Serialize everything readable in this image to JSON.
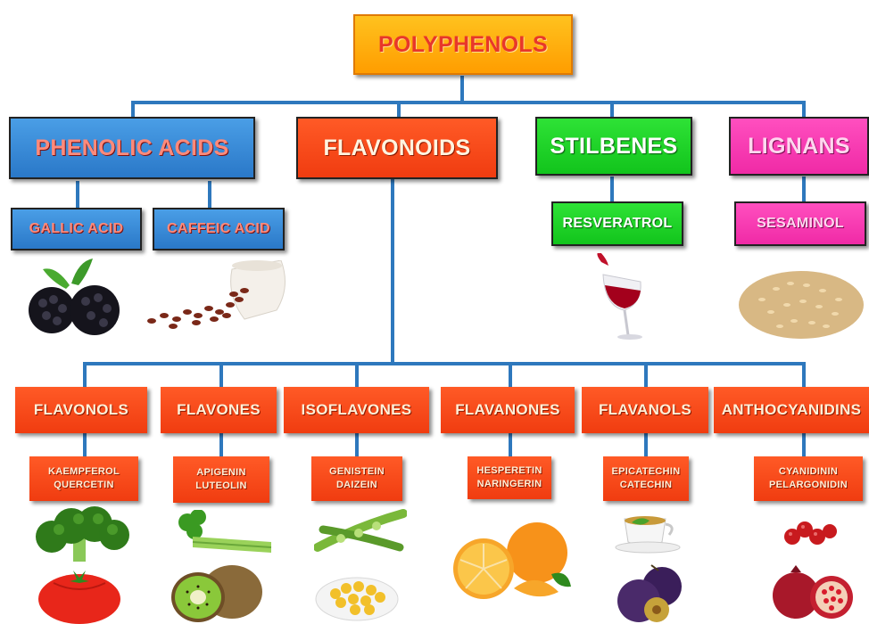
{
  "root": {
    "label": "POLYPHENOLS"
  },
  "groups": {
    "phenolic_acids": "PHENOLIC ACIDS",
    "flavonoids": "FLAVONOIDS",
    "stilbenes": "STILBENES",
    "lignans": "LIGNANS"
  },
  "compounds_top": {
    "gallic_acid": "GALLIC ACID",
    "caffeic_acid": "CAFFEIC ACID",
    "resveratrol": "RESVERATROL",
    "sesaminol": "SESAMINOL"
  },
  "flavonoid_classes": [
    {
      "label": "FLAVONOLS",
      "compounds": [
        "KAEMPFEROL",
        "QUERCETIN"
      ]
    },
    {
      "label": "FLAVONES",
      "compounds": [
        "APIGENIN",
        "LUTEOLIN"
      ]
    },
    {
      "label": "ISOFLAVONES",
      "compounds": [
        "GENISTEIN",
        "DAIZEIN"
      ]
    },
    {
      "label": "FLAVANONES",
      "compounds": [
        "HESPERETIN",
        "NARINGERIN"
      ]
    },
    {
      "label": "FLAVANOLS",
      "compounds": [
        "EPICATECHIN",
        "CATECHIN"
      ]
    },
    {
      "label": "ANTHOCYANIDINS",
      "compounds": [
        "CYANIDININ",
        "PELARGONIDIN"
      ]
    }
  ],
  "images": {
    "blackberries": "blackberries-image",
    "coffee": "coffee-beans-image",
    "wine": "red-wine-image",
    "sesame": "sesame-seeds-image",
    "broccoli": "broccoli-image",
    "tomato": "tomato-image",
    "celery": "celery-image",
    "kiwi": "kiwi-image",
    "beans": "green-beans-image",
    "soy": "soybeans-image",
    "orange": "orange-image",
    "tea": "tea-cup-image",
    "plums": "plums-image",
    "cranberries": "cranberries-image",
    "pomegranate": "pomegranate-image"
  },
  "colors": {
    "connector": "#2e78bd",
    "root": "#ffb000",
    "phenolic_acids": "#3a8ad8",
    "flavonoids": "#f24a18",
    "stilbenes": "#1ed428",
    "lignans": "#f53cb2"
  }
}
